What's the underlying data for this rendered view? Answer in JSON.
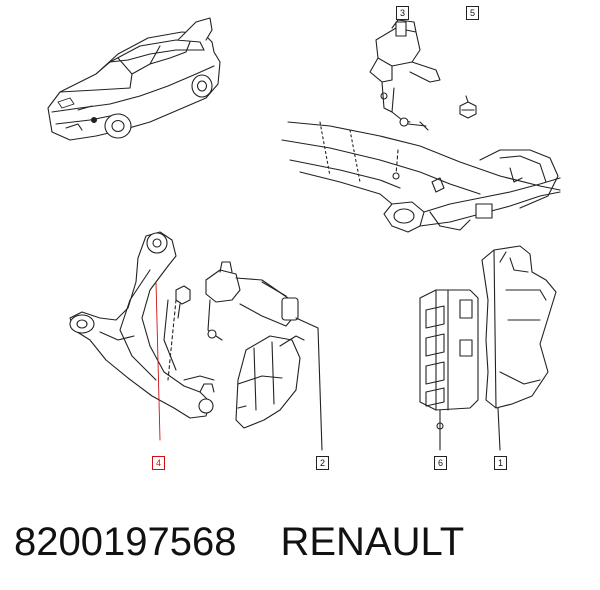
{
  "callouts": {
    "c1": "1",
    "c2": "2",
    "c3": "3",
    "c4": "4",
    "c5": "5",
    "c6": "6"
  },
  "footer": {
    "part_number": "8200197568",
    "brand": "RENAULT"
  },
  "colors": {
    "highlight": "#d01010",
    "line": "#222222"
  }
}
